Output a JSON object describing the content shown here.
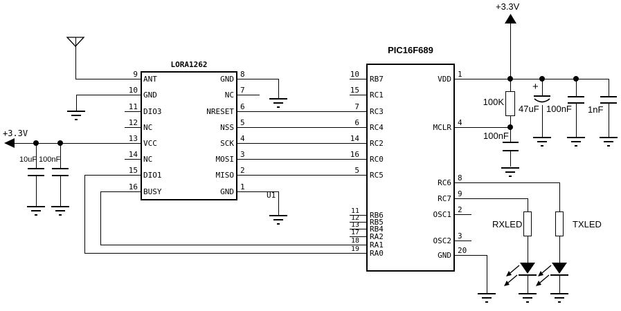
{
  "power": {
    "vdd_top": "+3.3V",
    "vdd_left": "+3.3V"
  },
  "lora": {
    "title": "LORA1262",
    "designator": "U1",
    "left_pins": [
      {
        "num": "9",
        "label": "ANT"
      },
      {
        "num": "10",
        "label": "GND"
      },
      {
        "num": "11",
        "label": "DIO3"
      },
      {
        "num": "12",
        "label": "NC"
      },
      {
        "num": "13",
        "label": "VCC"
      },
      {
        "num": "14",
        "label": "NC"
      },
      {
        "num": "15",
        "label": "DIO1"
      },
      {
        "num": "16",
        "label": "BUSY"
      }
    ],
    "right_pins": [
      {
        "num": "8",
        "label": "GND"
      },
      {
        "num": "7",
        "label": "NC"
      },
      {
        "num": "6",
        "label": "NRESET"
      },
      {
        "num": "5",
        "label": "NSS"
      },
      {
        "num": "4",
        "label": "SCK"
      },
      {
        "num": "3",
        "label": "MOSI"
      },
      {
        "num": "2",
        "label": "MISO"
      },
      {
        "num": "1",
        "label": "GND"
      }
    ]
  },
  "pic": {
    "title": "PIC16F689",
    "left_pins_top": [
      {
        "num": "10",
        "label": "RB7"
      },
      {
        "num": "15",
        "label": "RC1"
      },
      {
        "num": "7",
        "label": "RC3"
      },
      {
        "num": "6",
        "label": "RC4"
      },
      {
        "num": "14",
        "label": "RC2"
      },
      {
        "num": "16",
        "label": "RC0"
      },
      {
        "num": "5",
        "label": "RC5"
      }
    ],
    "left_pins_bottom": [
      {
        "num": "11",
        "label": "RB6"
      },
      {
        "num": "12",
        "label": "RB5"
      },
      {
        "num": "13",
        "label": "RB4"
      },
      {
        "num": "17",
        "label": "RA2"
      },
      {
        "num": "18",
        "label": "RA1"
      },
      {
        "num": "19",
        "label": "RA0"
      }
    ],
    "right_pins": [
      {
        "num": "1",
        "label": "VDD"
      },
      {
        "num": "4",
        "label": "MCLR"
      },
      {
        "num": "8",
        "label": "RC6"
      },
      {
        "num": "9",
        "label": "RC7"
      },
      {
        "num": "2",
        "label": "OSC1"
      },
      {
        "num": "3",
        "label": "OSC2"
      },
      {
        "num": "20",
        "label": "GND"
      }
    ]
  },
  "values": {
    "pullup_resistor": "100K",
    "mclr_cap": "100nF",
    "bulk_cap": "47uF",
    "bulk_cap_polarity": "+",
    "bypass_cap": "100nF",
    "filter_cap": "1nF",
    "vcc_cap1": "10uF",
    "vcc_cap2": "100nF",
    "rx_led_label": "RXLED",
    "tx_led_label": "TXLED"
  },
  "colors": {
    "line": "#000000",
    "background": "#ffffff"
  }
}
